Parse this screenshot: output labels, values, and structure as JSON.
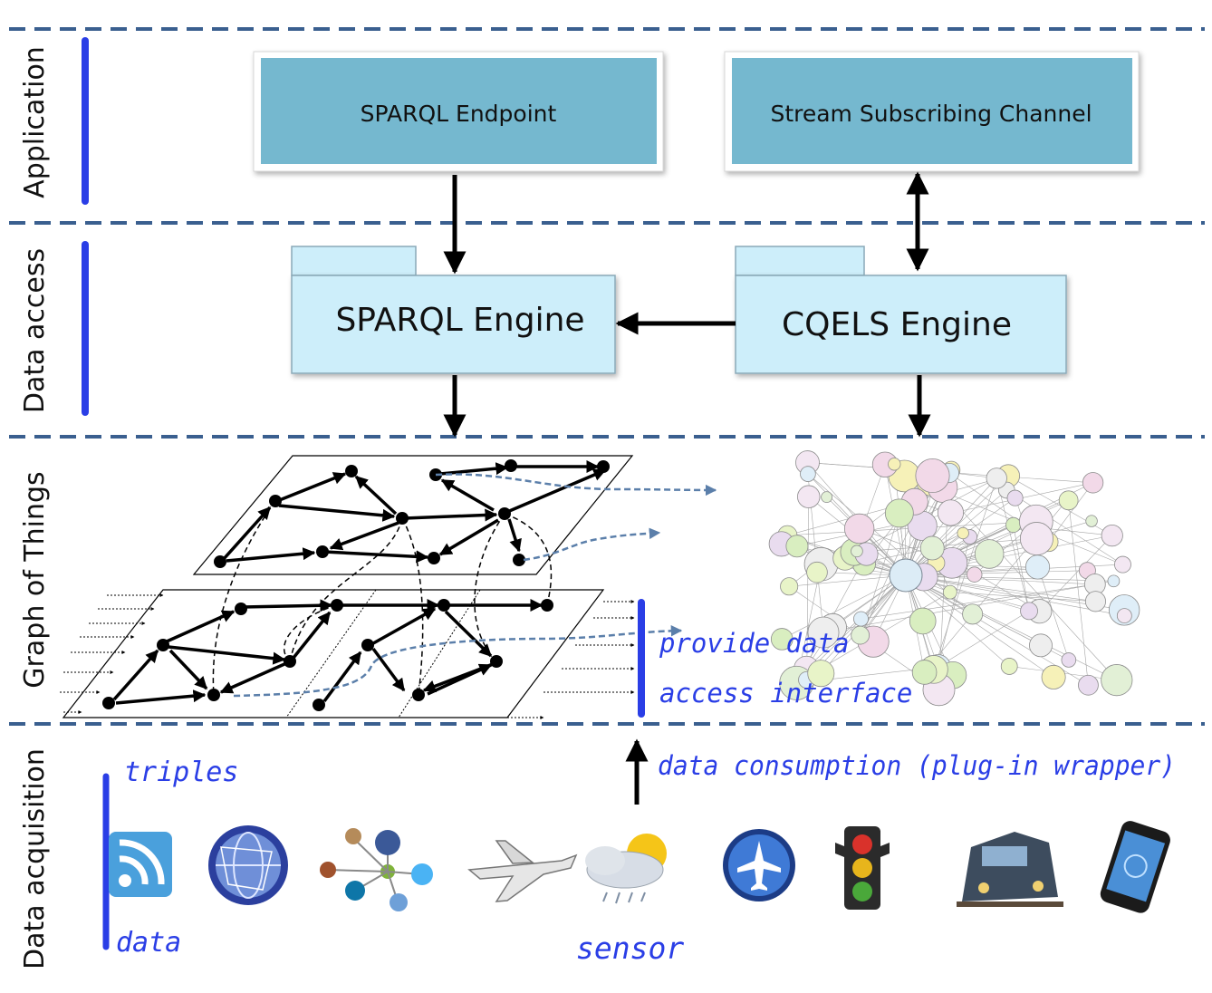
{
  "layers": [
    {
      "id": "application",
      "label": "Application"
    },
    {
      "id": "data-access",
      "label": "Data access"
    },
    {
      "id": "graph-of-things",
      "label": "Graph of Things"
    },
    {
      "id": "data-acquisition",
      "label": "Data acquisition"
    }
  ],
  "boxes": {
    "sparql_endpoint": "SPARQL Endpoint",
    "stream_channel": "Stream Subscribing Channel",
    "sparql_engine": "SPARQL Engine",
    "cqels_engine": "CQELS Engine"
  },
  "annotations": {
    "provide_line1": "provide data",
    "provide_line2": "access interface",
    "consumption": "data consumption (plug-in wrapper)",
    "triples": "triples",
    "data": "data",
    "sensor": "sensor"
  },
  "colors": {
    "box_fill": "#75b8cf",
    "engine_fill": "#cdeefa",
    "dashed_line": "#3a5f8f",
    "layer_bar": "#2a3ee6",
    "handwriting": "#2a3ee6"
  },
  "icons": [
    "rss-feed-icon",
    "globe-network-icon",
    "social-network-icon",
    "airplane-icon",
    "weather-icon",
    "flight-app-icon",
    "traffic-light-icon",
    "train-icon",
    "smartphone-icon"
  ]
}
